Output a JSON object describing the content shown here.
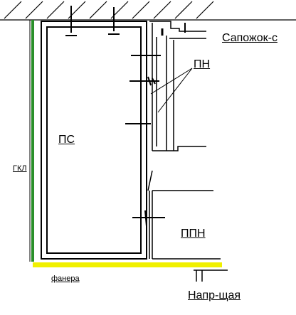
{
  "labels": {
    "sapozhok": "Сапожок-с",
    "pn": "ПН",
    "ps": "ПС",
    "gkl": "ГКЛ",
    "ppn": "ППН",
    "fanera": "фанера",
    "naprshaya": "Напр-щая"
  },
  "colors": {
    "line": "#000000",
    "drywall": "#2a8f2a",
    "plywood": "#f0f000"
  }
}
